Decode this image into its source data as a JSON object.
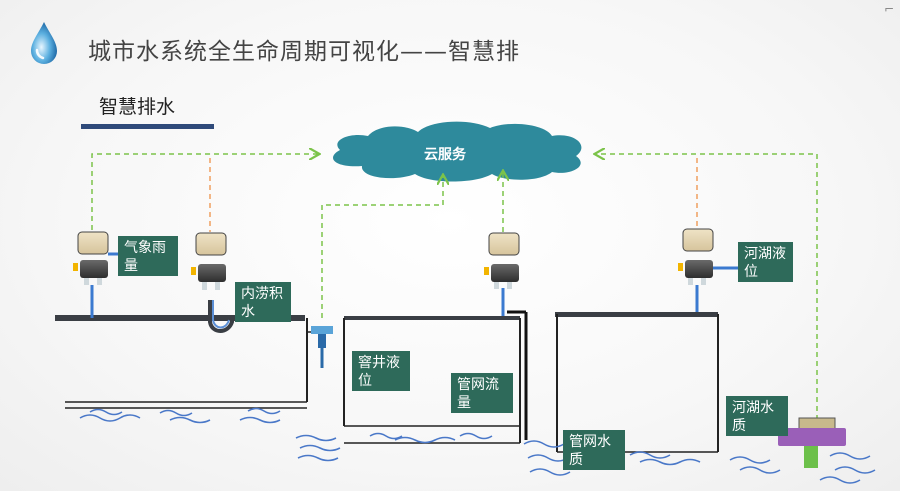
{
  "header": {
    "title": "城市水系统全生命周期可视化——智慧排",
    "subtitle": "智慧排水"
  },
  "diagram": {
    "cloud_label": "云服务",
    "labels": {
      "rainfall": "气象雨量",
      "waterlogging": "内涝积水",
      "manhole_level": "窨井液位",
      "pipe_flow": "管网流量",
      "lake_level": "河湖液位",
      "lake_quality": "河湖水质",
      "pipe_quality": "管网水质"
    }
  },
  "colors": {
    "label_bg": "#2e6a5a",
    "cloud": "#2e8a9c",
    "dash_green": "#7cc34a",
    "dash_orange": "#f0a060",
    "water": "#4a78c8",
    "accent_bar": "#2f4a7a"
  }
}
